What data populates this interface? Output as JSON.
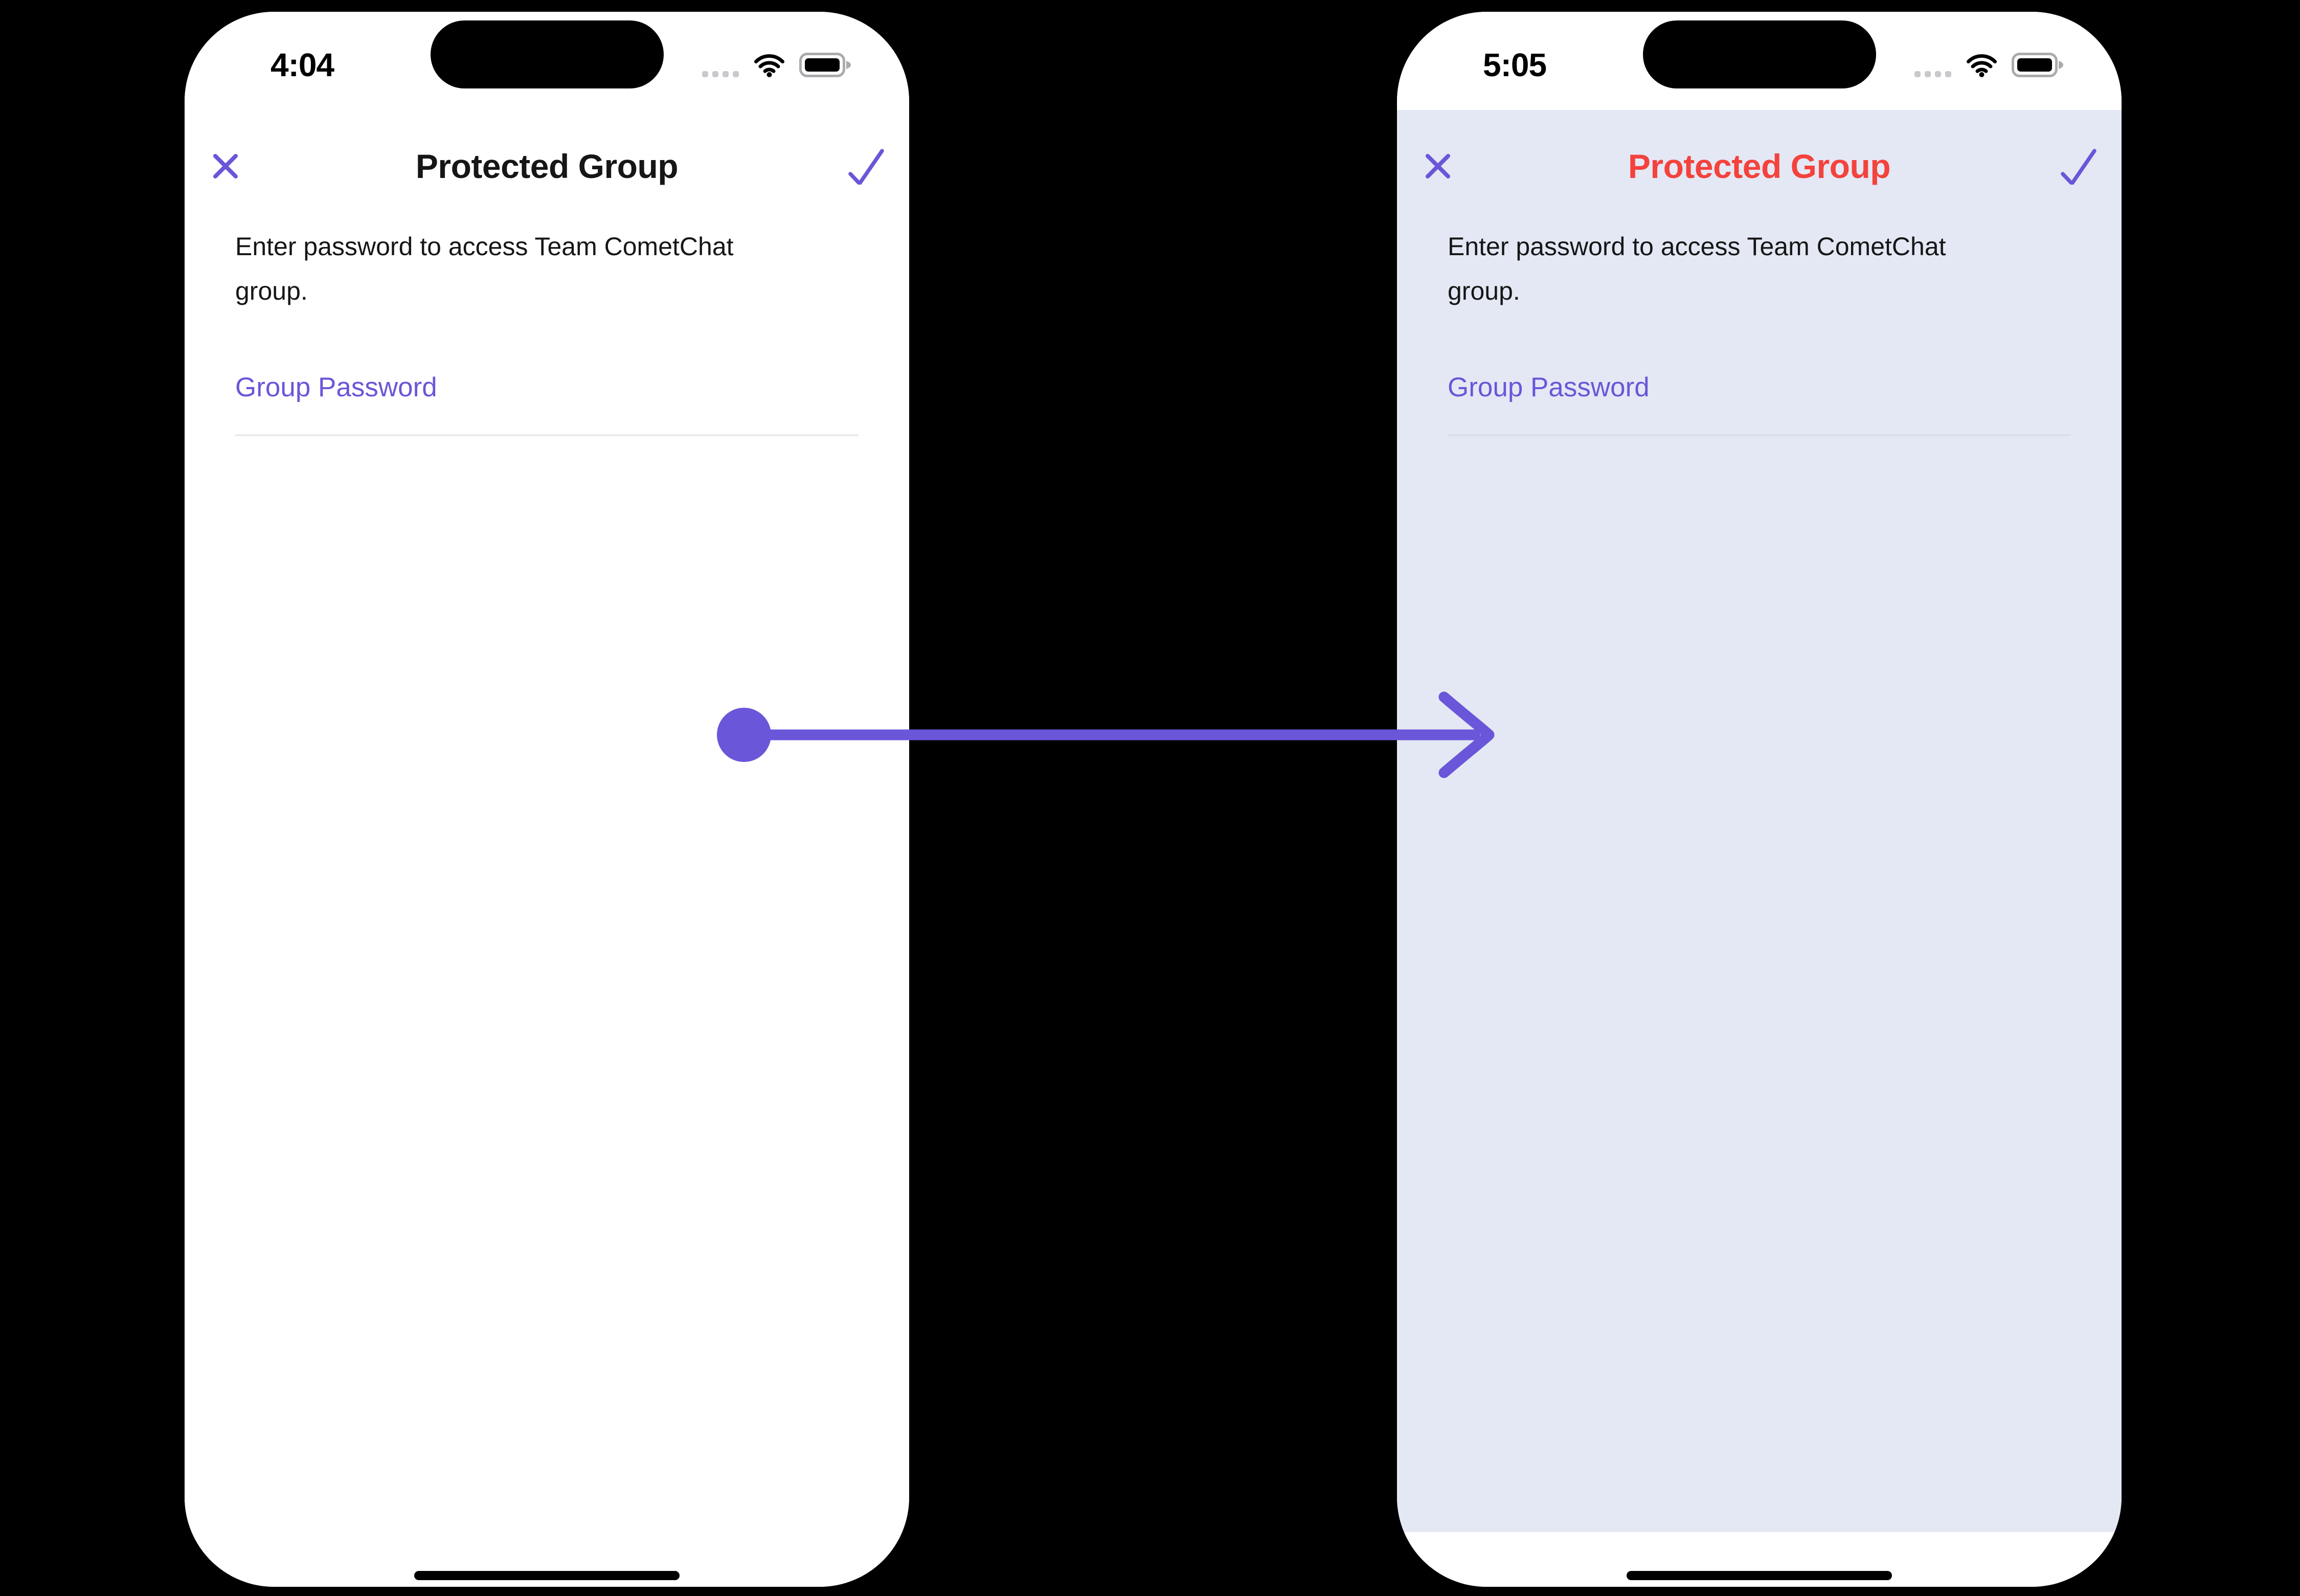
{
  "colors": {
    "page_bg": "#000000",
    "phone_bg": "#ffffff",
    "purple": "#6A56D9",
    "text_dark": "#161616",
    "status_gray": "#c9c9cd",
    "battery_outline": "#ababaf"
  },
  "screens": [
    {
      "status_bar": {
        "time": "4:04",
        "icons": [
          "cellular-dots-icon",
          "wifi-icon",
          "battery-icon"
        ]
      },
      "nav": {
        "title": "Protected Group",
        "left_icon": "close-icon",
        "right_icon": "check-icon"
      },
      "description": "Enter password to access Team CometChat group.",
      "password_field": {
        "placeholder": "Group Password",
        "value": ""
      },
      "theme": {
        "content_bg": "#ffffff",
        "title_color": "#161616",
        "divider": "#ececec"
      }
    },
    {
      "status_bar": {
        "time": "5:05",
        "icons": [
          "cellular-dots-icon",
          "wifi-icon",
          "battery-icon"
        ]
      },
      "nav": {
        "title": "Protected Group",
        "left_icon": "close-icon",
        "right_icon": "check-icon"
      },
      "description": "Enter password to access Team CometChat group.",
      "password_field": {
        "placeholder": "Group Password",
        "value": ""
      },
      "theme": {
        "content_bg": "#e3e8f4",
        "title_color": "#f4423d",
        "divider": "#d9dee9"
      }
    }
  ],
  "arrow": {
    "color": "#6A56D9",
    "direction": "left-to-right"
  }
}
